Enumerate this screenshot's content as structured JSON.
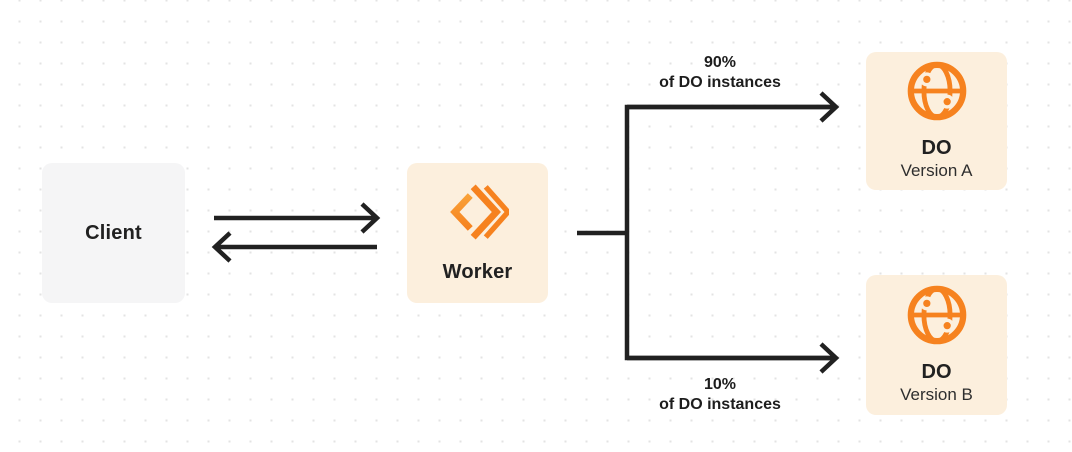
{
  "diagram": {
    "colors": {
      "background": "#ffffff",
      "grid_dot": "#e3e3e3",
      "line": "#212121",
      "accent_orange": "#f6821f",
      "node_cream": "#fcefdd",
      "node_gray": "#f5f5f6"
    },
    "nodes": {
      "client": {
        "label": "Client"
      },
      "worker": {
        "label": "Worker",
        "icon": "workers-logo-icon"
      },
      "do_a": {
        "title": "DO",
        "subtitle": "Version A",
        "icon": "globe-icon"
      },
      "do_b": {
        "title": "DO",
        "subtitle": "Version B",
        "icon": "globe-icon"
      }
    },
    "branches": {
      "top": {
        "percent": "90%",
        "caption": "of DO instances"
      },
      "bottom": {
        "percent": "10%",
        "caption": "of DO instances"
      }
    }
  }
}
